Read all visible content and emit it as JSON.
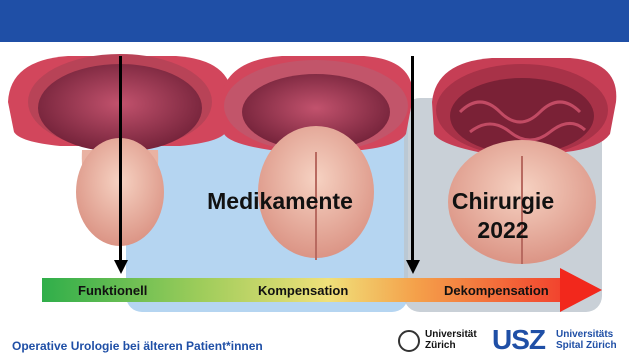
{
  "slide": {
    "labels": {
      "medikamente": "Medikamente",
      "chirurgie_line1": "Chirurgie",
      "chirurgie_line2": "2022"
    },
    "stages": {
      "funktionell": "Funktionell",
      "kompensation": "Kompensation",
      "dekompensation": "Dekompensation"
    }
  },
  "footer": {
    "title": "Operative Urologie bei älteren Patient*innen",
    "uzh_line1": "Universität",
    "uzh_line2": "Zürich",
    "usz_mark": "USZ",
    "usz_line1": "Universitäts",
    "usz_line2": "Spital Zürich"
  },
  "colors": {
    "title_bar": "#1f4fa6",
    "medikamente_box": "#a8ceee",
    "chirurgie_box": "#bcc4cd",
    "stage_start": "#2fae4a",
    "stage_end": "#f2281c"
  }
}
